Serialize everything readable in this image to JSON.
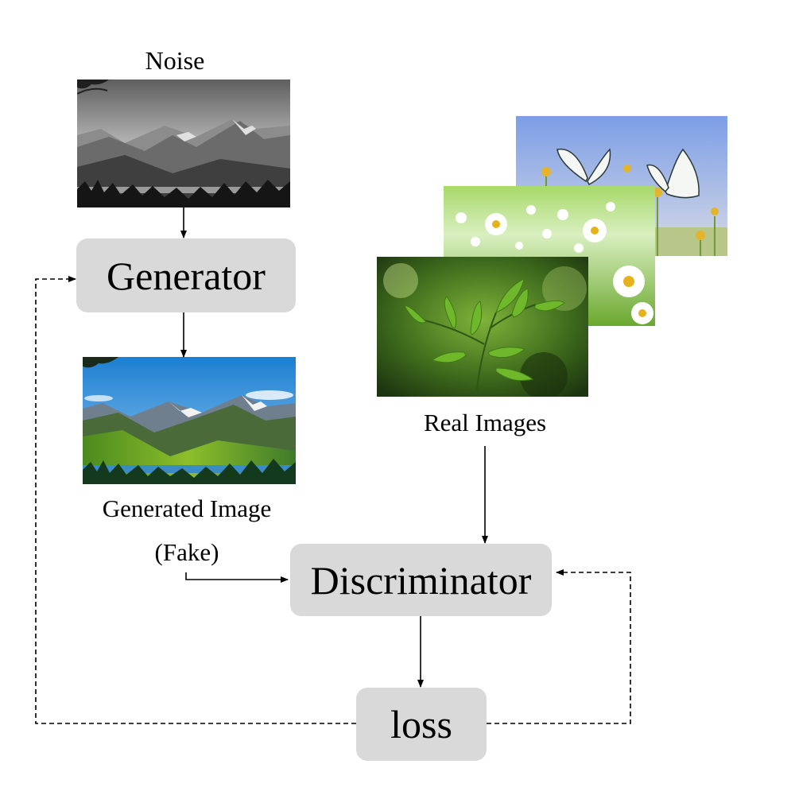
{
  "labels": {
    "noise": "Noise",
    "generated_line1": "Generated Image",
    "generated_line2": "(Fake)",
    "real": "Real Images"
  },
  "boxes": {
    "generator": "Generator",
    "discriminator": "Discriminator",
    "loss": "loss"
  },
  "colors": {
    "box_fill": "#d9d9d9",
    "arrow": "#000000"
  }
}
